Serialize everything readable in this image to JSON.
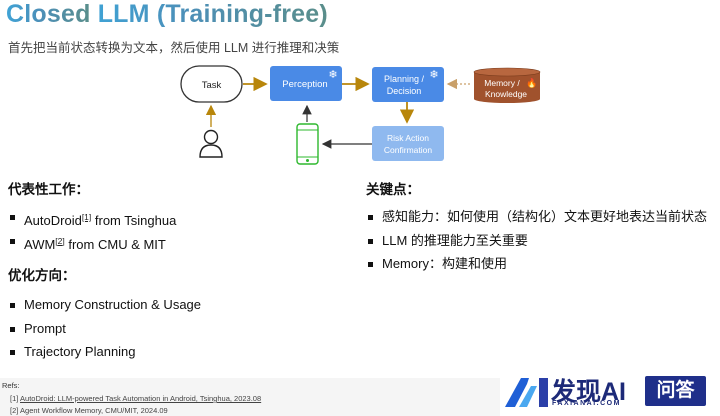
{
  "header": {
    "title_prefix": "Closed",
    "title_rest": " LLM (Training-free)",
    "subtitle": "首先把当前状态转换为文本，然后使用 LLM 进行推理和决策"
  },
  "diagram": {
    "task": "Task",
    "perception": "Perception",
    "planning_line1": "Planning /",
    "planning_line2": "Decision",
    "memory_line1": "Memory /",
    "memory_line2": "Knowledge",
    "risk_line1": "Risk Action",
    "risk_line2": "Confirmation",
    "colors": {
      "blue_box": "#4a8ae6",
      "light_box": "#8fb9ef",
      "arrow": "#b8860b",
      "memory_fill": "#a0522d",
      "phone": "#2eb82e"
    }
  },
  "left": {
    "heading1": "代表性工作：",
    "works": [
      {
        "name": "AutoDroid",
        "ref": "[1]",
        "org": " from Tsinghua"
      },
      {
        "name": "AWM",
        "ref": "[2]",
        "org": " from CMU & MIT"
      }
    ],
    "heading2": "优化方向：",
    "directions": [
      "Memory Construction & Usage",
      "Prompt",
      "Trajectory Planning"
    ]
  },
  "right": {
    "heading": "关键点：",
    "points": [
      "感知能力：如何使用（结构化）文本更好地表达当前状态",
      "LLM 的推理能力至关重要",
      "Memory：构建和使用"
    ]
  },
  "refs": {
    "label": "Refs:",
    "items": [
      {
        "num": "[1] ",
        "text": "AutoDroid: LLM-powered Task Automation in Android, Tsinghua, 2023.08"
      },
      {
        "num": "[2] ",
        "text": "Agent Workflow Memory, CMU/MIT, 2024.09"
      }
    ]
  },
  "brand": {
    "logo_text": "发现AI",
    "logo_sub": "FAXIANAI.COM",
    "badge": "问答"
  }
}
